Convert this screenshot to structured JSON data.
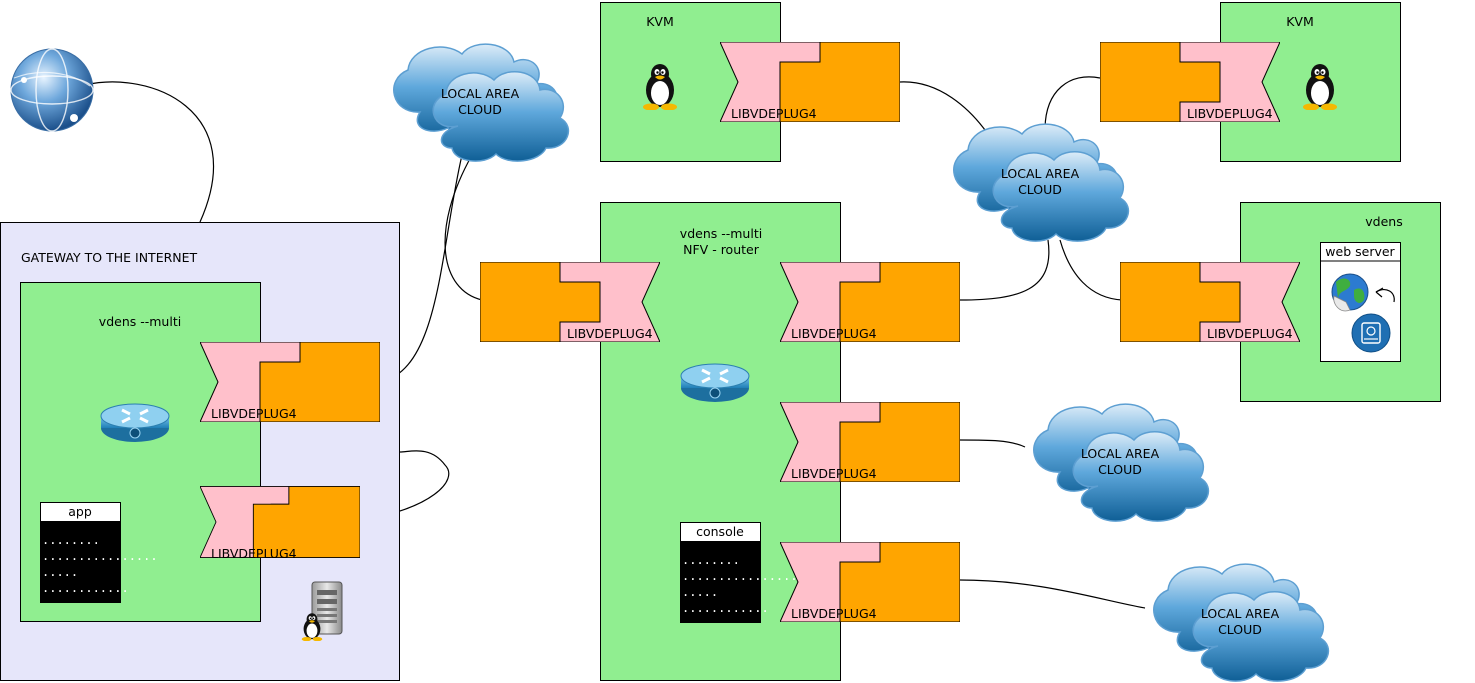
{
  "colors": {
    "box_green": "#90ee90",
    "gateway_bg": "#e6e6fa",
    "plug_pink": "#ffc0cb",
    "plug_orange": "#ffa500",
    "cloud_blue": "#2f86c6"
  },
  "gateway": {
    "title": "GATEWAY TO THE INTERNET"
  },
  "gateway_vdens": {
    "title": "vdens --multi"
  },
  "nfv": {
    "title_line1": "vdens --multi",
    "title_line2": "NFV - router"
  },
  "kvm_left": {
    "title": "KVM"
  },
  "kvm_right": {
    "title": "KVM"
  },
  "vdens_right": {
    "title": "vdens"
  },
  "web_server": {
    "title": "web server"
  },
  "app_terminal": {
    "title": "app",
    "lines": [
      "........",
      "................",
      ".....",
      "............"
    ]
  },
  "console_terminal": {
    "title": "console",
    "lines": [
      "........",
      "................",
      ".....",
      "............"
    ]
  },
  "plug_label": "LIBVDEPLUG4",
  "cloud": {
    "line1": "LOCAL AREA",
    "line2": "CLOUD"
  },
  "icons": [
    "globe-icon",
    "router-icon",
    "linux-penguin-icon",
    "server-tower-icon",
    "web-server-globe-icon",
    "hard-disk-icon"
  ]
}
